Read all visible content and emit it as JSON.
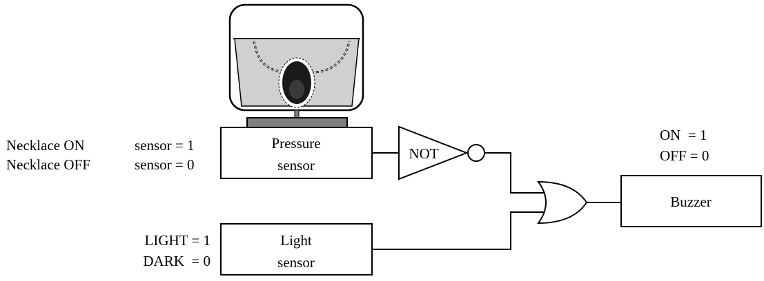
{
  "pressure_sensor": {
    "line1": "Pressure",
    "line2": "sensor",
    "states": {
      "row1_label": "Necklace ON",
      "row1_value": "sensor = 1",
      "row2_label": "Necklace OFF",
      "row2_value": "sensor = 0"
    }
  },
  "light_sensor": {
    "line1": "Light",
    "line2": "sensor",
    "states": {
      "row1": "LIGHT = 1",
      "row2": "DARK  = 0"
    }
  },
  "not_gate": {
    "label": "NOT"
  },
  "or_gate": {
    "label": ""
  },
  "buzzer": {
    "label": "Buzzer",
    "states": {
      "row1": "ON  = 1",
      "row2": "OFF = 0"
    }
  },
  "colors": {
    "stroke": "#000000",
    "case_fill": "#d0d0d0",
    "platform_fill": "#808080",
    "pendant": "#1a1a1a"
  }
}
